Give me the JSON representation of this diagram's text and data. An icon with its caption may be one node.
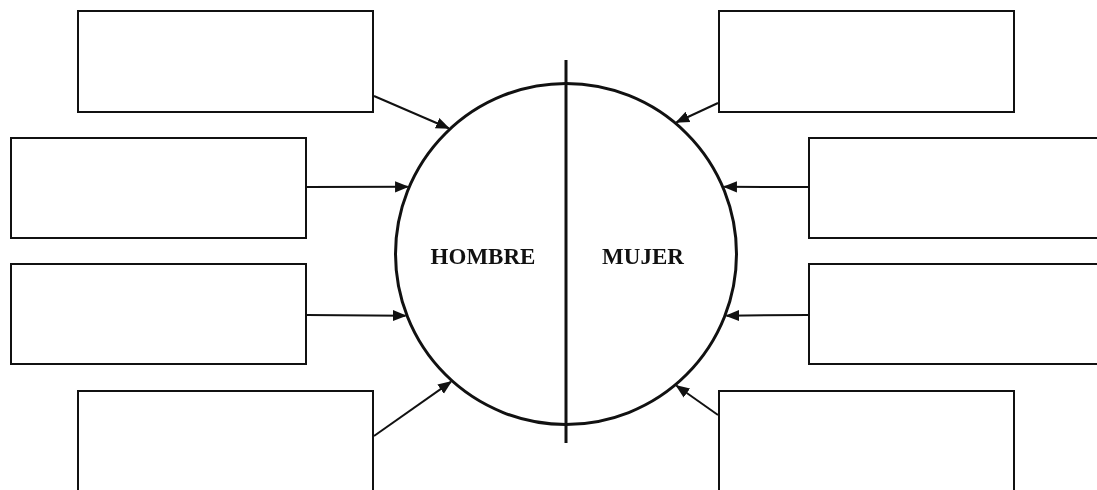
{
  "diagram": {
    "nodes": [
      {
        "text": [],
        "shape": "box"
      },
      {
        "text": [],
        "shape": "box"
      },
      {
        "text": [],
        "shape": "box"
      },
      {
        "text": [],
        "shape": "box"
      },
      {
        "text": [
          "HOMBRE",
          "MUJER"
        ]
      },
      {
        "text": [],
        "shape": "box"
      },
      {
        "text": [],
        "shape": "box"
      },
      {
        "text": [],
        "shape": "box"
      },
      {
        "text": [],
        "shape": "box"
      }
    ],
    "edges": [
      {
        "from": 0,
        "to": 4,
        "arrow": "to"
      },
      {
        "from": 1,
        "to": 4,
        "arrow": "to"
      },
      {
        "from": 2,
        "to": 4,
        "arrow": "to"
      },
      {
        "from": 3,
        "to": 4,
        "arrow": "to"
      },
      {
        "from": 5,
        "to": 4,
        "arrow": "to"
      },
      {
        "from": 6,
        "to": 4,
        "arrow": "to"
      },
      {
        "from": 7,
        "to": 4,
        "arrow": "to"
      },
      {
        "from": 8,
        "to": 4,
        "arrow": "to"
      }
    ]
  }
}
